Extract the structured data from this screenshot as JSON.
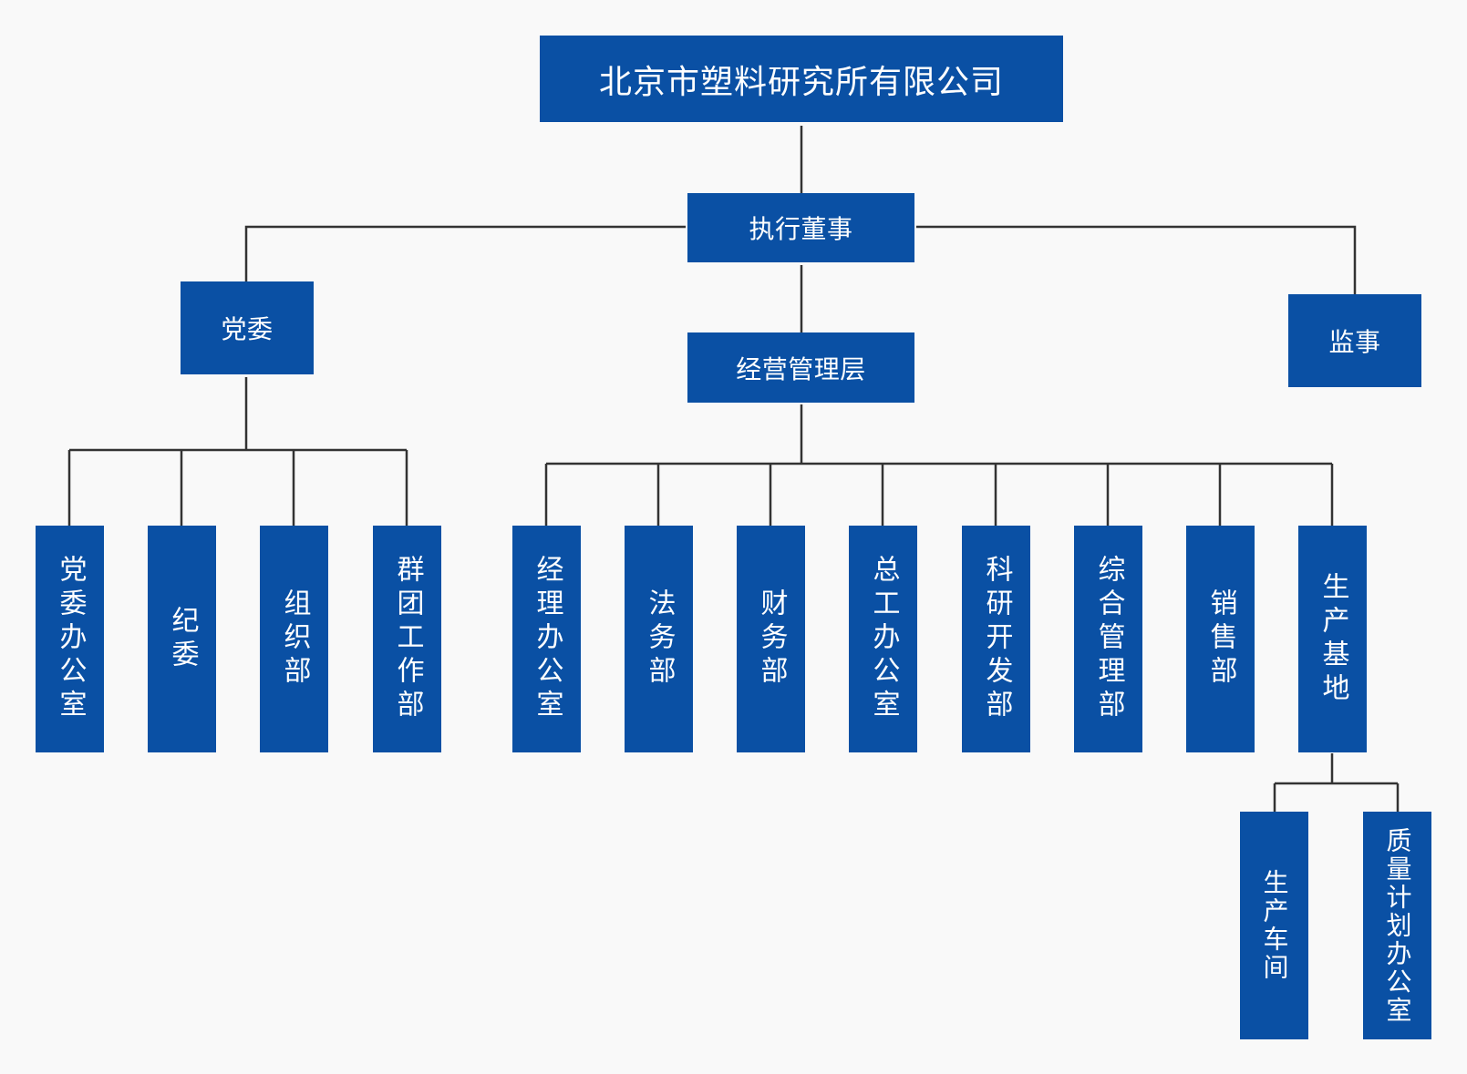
{
  "org_chart": {
    "root": "北京市塑料研究所有限公司",
    "executive_director": "执行董事",
    "party_committee": "党委",
    "supervisor": "监事",
    "management": "经营管理层",
    "party_departments": [
      "党委办公室",
      "纪委",
      "组织部",
      "群团工作部"
    ],
    "management_departments": [
      "经理办公室",
      "法务部",
      "财务部",
      "总工办公室",
      "科研开发部",
      "综合管理部",
      "销售部",
      "生产基地"
    ],
    "production_units": [
      "生产车间",
      "质量计划办公室"
    ]
  },
  "colors": {
    "node_fill": "#0a50a4",
    "node_text": "#ffffff",
    "connector": "#333333",
    "background": "#f9f9f9"
  }
}
